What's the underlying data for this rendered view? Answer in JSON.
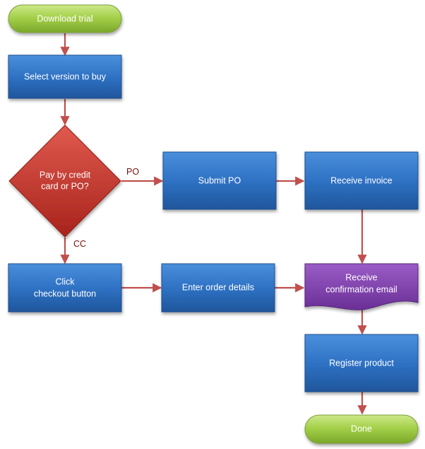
{
  "nodes": {
    "download_trial": "Download trial",
    "select_version": "Select version to buy",
    "pay_decision_line1": "Pay by credit",
    "pay_decision_line2": "card or PO?",
    "submit_po": "Submit PO",
    "receive_invoice": "Receive invoice",
    "click_checkout_line1": "Click",
    "click_checkout_line2": "checkout button",
    "enter_order_details": "Enter order details",
    "receive_email_line1": "Receive",
    "receive_email_line2": "confirmation email",
    "register_product": "Register product",
    "done": "Done"
  },
  "edge_labels": {
    "po": "PO",
    "cc": "CC"
  },
  "colors": {
    "process_blue": "#2e6fbf",
    "decision_red": "#c0392b",
    "document_purple": "#7a3fa8",
    "terminator_green": "#95c33a",
    "arrow_red": "#c0504d"
  }
}
